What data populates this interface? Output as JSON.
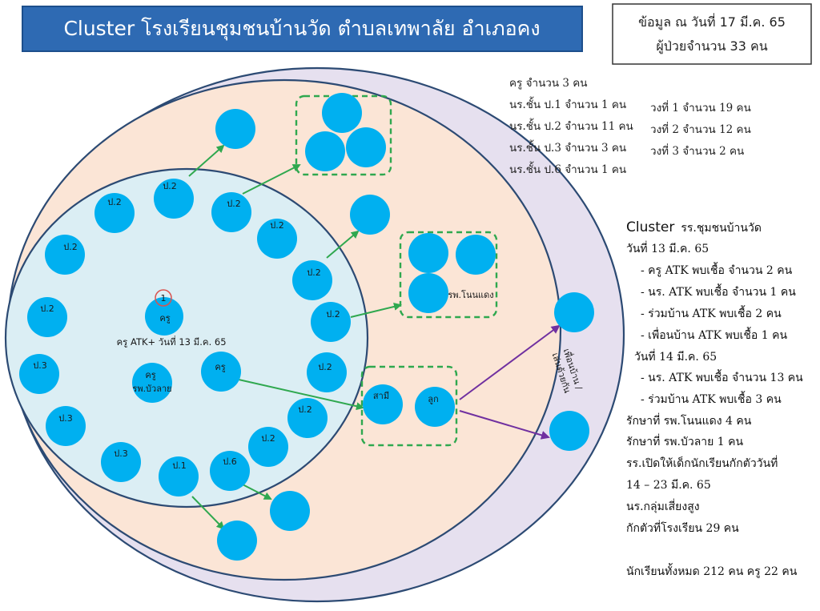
{
  "header": {
    "title": "Cluster โรงเรียนชุมชนบ้านวัด ตำบลเทพาลัย อำเภอคง"
  },
  "info_box": {
    "line1": "ข้อมูล ณ วันที่ 17 มี.ค. 65",
    "line2": "ผู้ป่วยจำนวน 33 คน"
  },
  "counts": {
    "by_group": [
      "ครู จำนวน 3 คน",
      "นร.ชั้น ป.1 จำนวน 1 คน",
      "นร.ชั้น ป.2 จำนวน 11 คน",
      "นร.ชั้น ป.3 จำนวน 3 คน",
      "นร.ชั้น ป.6 จำนวน 1 คน"
    ],
    "by_ring": [
      "วงที่ 1 จำนวน 19 คน",
      "วงที่ 2 จำนวน 12 คน",
      "วงที่ 3 จำนวน 2 คน"
    ]
  },
  "summary": {
    "title_prefix": "Cluster",
    "title_rest": "รร.ชุมชนบ้านวัด",
    "lines": [
      "วันที่ 13 มี.ค. 65",
      "- ครู ATK พบเชื้อ จำนวน 2 คน",
      "- นร. ATK พบเชื้อ จำนวน 1 คน",
      "- ร่วมบ้าน ATK พบเชื้อ 2 คน",
      "- เพื่อนบ้าน ATK พบเชื้อ 1 คน",
      "วันที่  14 มี.ค. 65",
      "- นร. ATK พบเชื้อ จำนวน 13 คน",
      "- ร่วมบ้าน ATK พบเชื้อ 3 คน",
      "รักษาที่ รพ.โนนแดง 4 คน",
      "รักษาที่ รพ.บัวลาย 1 คน",
      "รร.เปิดให้เด็กนักเรียนกักตัววันที่",
      "14 – 23 มี.ค. 65",
      "นร.กลุ่มเสี่ยงสูง",
      "กักตัวที่โรงเรียน 29 คน"
    ],
    "totals": "นักเรียนทั้งหมด 212 คน ครู 22 คน"
  },
  "diagram": {
    "nodes": [
      {
        "label": "ป.2"
      },
      {
        "label": "ป.2"
      },
      {
        "label": "ป.2"
      },
      {
        "label": "ป.2"
      },
      {
        "label": "ป.2"
      },
      {
        "label": "ป.2"
      },
      {
        "label": "ป.2"
      },
      {
        "label": "ป.2"
      },
      {
        "label": "ป.3"
      },
      {
        "label": "ป.2"
      },
      {
        "label": "ป.3"
      },
      {
        "label": "ป.2"
      },
      {
        "label": "ป.3"
      },
      {
        "label": "ป.2"
      },
      {
        "label": "ป.1"
      },
      {
        "label": "ป.6"
      },
      {
        "label": "ครู"
      },
      {
        "label": "ครู"
      },
      {
        "label": "ครู",
        "sublabel": "รพ.บัวลาย"
      },
      {
        "label": "สามี"
      },
      {
        "label": "ลูก"
      }
    ],
    "index_marker": "1",
    "index_caption": "ครู ATK+ วันที่ 13 มี.ค. 65",
    "hospital_label": "รพ.โนนแดง",
    "neighbor_line1": "เพื่อนบ้าน /",
    "neighbor_line2": "เล่นด้วยกัน"
  },
  "colors": {
    "title_bg": "#2e6ab3",
    "outer_ring": "#e6e0ef",
    "middle_ring": "#fbe5d6",
    "inner_ring": "#dbeef4",
    "node": "#00b0f0",
    "arrow_green": "#2fa84f",
    "arrow_purple": "#7030a0",
    "index_marker": "#d9534f"
  }
}
